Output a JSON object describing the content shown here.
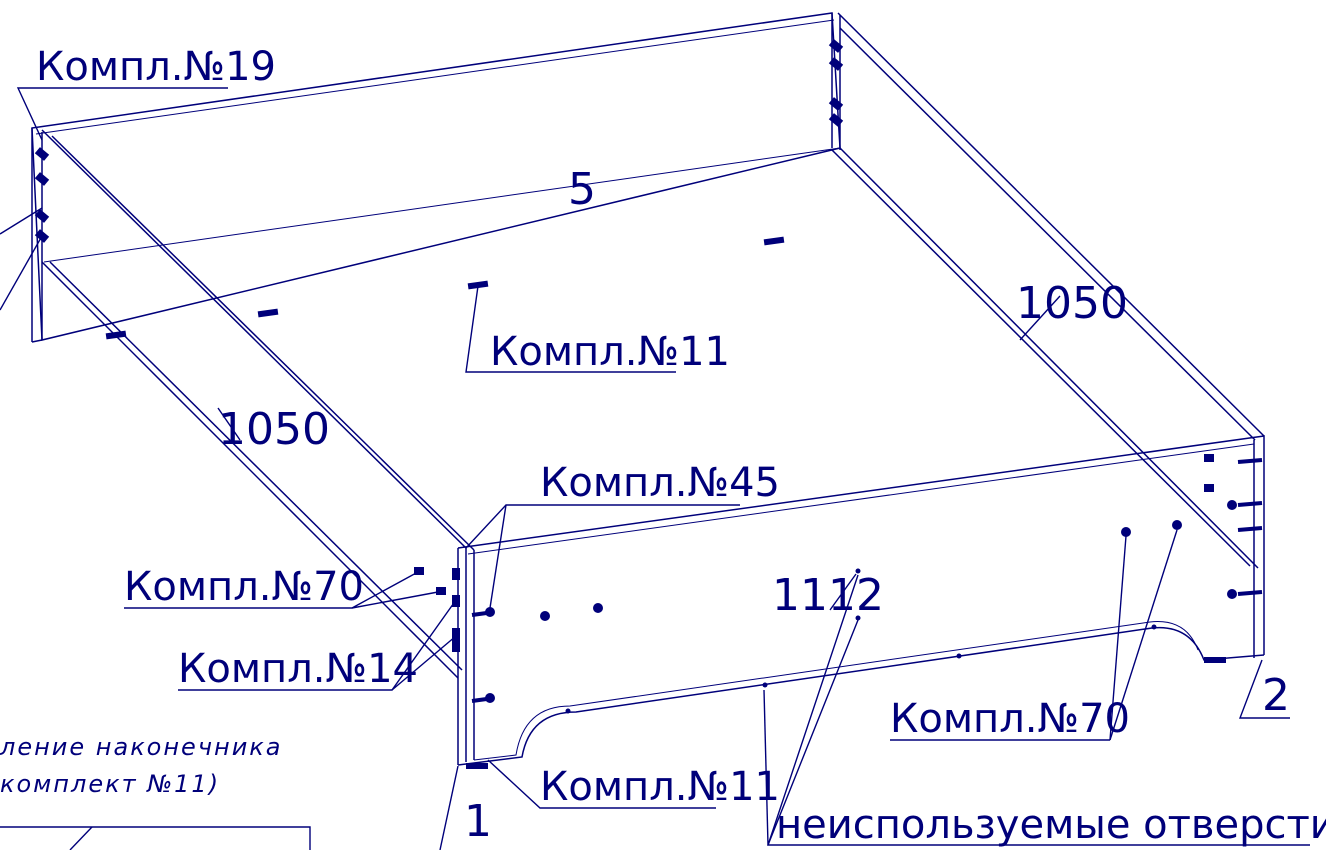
{
  "labels": {
    "kit19": "Компл.№19",
    "kit11_top": "Компл.№11",
    "kit45": "Компл.№45",
    "kit70_left": "Компл.№70",
    "kit14": "Компл.№14",
    "kit70_right": "Компл.№70",
    "kit11_bottom": "Компл.№11",
    "unused_holes": "неиспользуемые отверстия"
  },
  "dimensions": {
    "side_left": "1050",
    "side_right": "1050",
    "front": "1112"
  },
  "parts": {
    "part1": "1",
    "part2": "2",
    "part5": "5"
  },
  "note": {
    "line1": "ление наконечника",
    "line2": "комплект №11)"
  }
}
